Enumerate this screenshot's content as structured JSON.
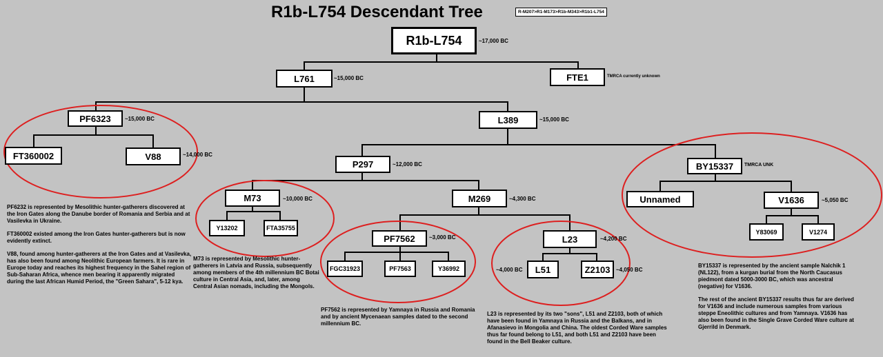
{
  "title": "R1b-L754 Descendant Tree",
  "lineage": "R-M207>R1-M173>R1b-M343>R1b1-L754",
  "nodes": {
    "l754": {
      "label": "R1b-L754",
      "date": "~17,000 BC"
    },
    "l761": {
      "label": "L761",
      "date": "~15,000 BC"
    },
    "fte1": {
      "label": "FTE1",
      "date": "TMRCA currently unknown"
    },
    "pf6323": {
      "label": "PF6323",
      "date": "~15,000 BC"
    },
    "ft360002": {
      "label": "FT360002",
      "date": ""
    },
    "v88": {
      "label": "V88",
      "date": "~14,000 BC"
    },
    "l389": {
      "label": "L389",
      "date": "~15,000 BC"
    },
    "p297": {
      "label": "P297",
      "date": "~12,000 BC"
    },
    "by15337": {
      "label": "BY15337",
      "date": "TMRCA UNK"
    },
    "m73": {
      "label": "M73",
      "date": "~10,000 BC"
    },
    "m269": {
      "label": "M269",
      "date": "~4,300 BC"
    },
    "y13202": {
      "label": "Y13202",
      "date": ""
    },
    "fta35755": {
      "label": "FTA35755",
      "date": ""
    },
    "unnamed": {
      "label": "Unnamed",
      "date": ""
    },
    "v1636": {
      "label": "V1636",
      "date": "~5,050 BC"
    },
    "y83069": {
      "label": "Y83069",
      "date": ""
    },
    "v1274": {
      "label": "V1274",
      "date": ""
    },
    "pf7562": {
      "label": "PF7562",
      "date": "~3,000 BC"
    },
    "l23": {
      "label": "L23",
      "date": "~4,200 BC"
    },
    "fgc31923": {
      "label": "FGC31923",
      "date": ""
    },
    "pf7563": {
      "label": "PF7563",
      "date": ""
    },
    "y36992": {
      "label": "Y36992",
      "date": ""
    },
    "l51": {
      "label": "L51",
      "date": "~4,000 BC"
    },
    "z2103": {
      "label": "Z2103",
      "date": "~4,050 BC"
    }
  },
  "descriptions": {
    "pf6323_p1": "PF6232 is represented by Mesolithic hunter-gatherers discovered at the Iron Gates along the Danube border of Romania and Serbia and at Vasilevka in Ukraine.",
    "pf6323_p2": "FT360002 existed among the Iron Gates hunter-gatherers but is now evidently extinct.",
    "pf6323_p3": "V88, found among hunter-gatherers at the Iron Gates and at Vasilevka, has also been found among Neolithic European farmers. It is rare in Europe today and reaches its highest frequency in the Sahel region of Sub-Saharan Africa, whence men bearing it apparently migrated during the last African Humid Period, the \"Green Sahara\", 5-12 kya.",
    "m73": "M73 is represented by Mesolithic hunter-gatherers in Latvia and Russia, subsequently among members of the 4th millennium BC Botai culture in Central Asia, and, later, among Central Asian nomads, including the Mongols.",
    "pf7562": "PF7562 is represented by Yamnaya in Russia and Romania and by ancient Mycenaean samples dated to the second millennium BC.",
    "l23": "L23 is represented by its two \"sons\", L51 and Z2103, both of which have been found in Yamnaya in Russia and the Balkans, and in Afanasievo in Mongolia and China. The oldest Corded Ware samples thus far found belong to L51, and both L51 and Z2103 have been found in the Bell Beaker culture.",
    "by15337_p1": "BY15337 is represented by the ancient sample Nalchik 1 (NL122), from a kurgan burial from the North Caucasus piedmont dated 5000-3000 BC, which was ancestral (negative) for V1636.",
    "by15337_p2": "The rest of the ancient BY15337 results thus far are derived for V1636 and include numerous samples from various steppe Eneolithic cultures and from Yamnaya. V1636 has also been found in the Single Grave Corded Ware culture at Gjerrild in Denmark."
  },
  "colors": {
    "background": "#c3c3c3",
    "ellipse": "#dd1f1f",
    "node_fill": "#ffffff",
    "line": "#000000"
  }
}
